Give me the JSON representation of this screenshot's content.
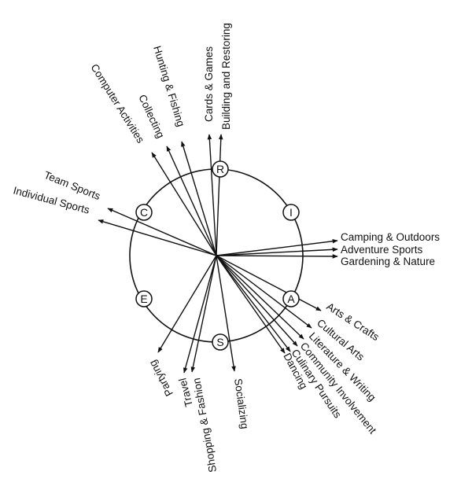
{
  "colors": {
    "ink": "#111111",
    "background": "#ffffff"
  },
  "nodes": [
    {
      "id": "r",
      "letter": "R"
    },
    {
      "id": "i",
      "letter": "I"
    },
    {
      "id": "a",
      "letter": "A"
    },
    {
      "id": "s",
      "letter": "S"
    },
    {
      "id": "e",
      "letter": "E"
    },
    {
      "id": "c",
      "letter": "C"
    }
  ],
  "vectors": [
    {
      "id": "building-and-restoring",
      "label": "Building and Restoring"
    },
    {
      "id": "cards-and-games",
      "label": "Cards & Games"
    },
    {
      "id": "hunting-and-fishing",
      "label": "Hunting & Fishing"
    },
    {
      "id": "collecting",
      "label": "Collecting"
    },
    {
      "id": "computer-activities",
      "label": "Computer Activities"
    },
    {
      "id": "team-sports",
      "label": "Team Sports"
    },
    {
      "id": "individual-sports",
      "label": "Individual Sports"
    },
    {
      "id": "camping-and-outdoors",
      "label": "Camping & Outdoors"
    },
    {
      "id": "adventure-sports",
      "label": "Adventure Sports"
    },
    {
      "id": "gardening-and-nature",
      "label": "Gardening & Nature"
    },
    {
      "id": "arts-and-crafts",
      "label": "Arts & Crafts"
    },
    {
      "id": "cultural-arts",
      "label": "Cultural Arts"
    },
    {
      "id": "literature-and-writing",
      "label": "Literature & Writing"
    },
    {
      "id": "community-involvement",
      "label": "Community Involvement"
    },
    {
      "id": "culinary-pursuits",
      "label": "Culinary Pursuits"
    },
    {
      "id": "dancing",
      "label": "Dancing"
    },
    {
      "id": "socializing",
      "label": "Socializing"
    },
    {
      "id": "shopping-and-fashion",
      "label": "Shopping & Fashion"
    },
    {
      "id": "travel",
      "label": "Travel"
    },
    {
      "id": "partying",
      "label": "Partying"
    }
  ]
}
